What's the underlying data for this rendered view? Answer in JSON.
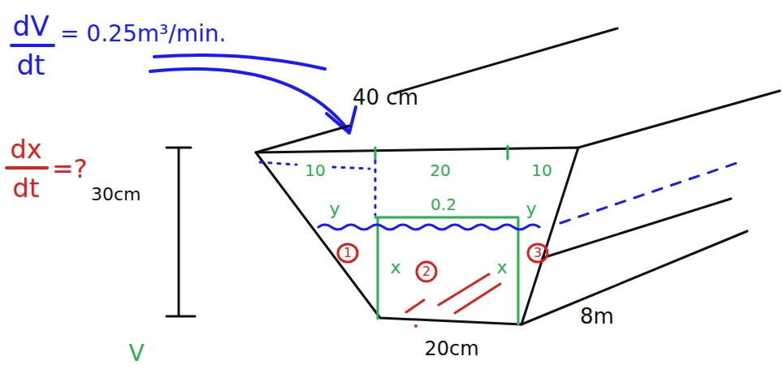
{
  "diagram": {
    "labels": [
      "dV",
      "dt",
      "= 0.25m³/min.",
      "dx",
      "dt",
      "=?",
      "30cm",
      "40 cm",
      "10",
      "20",
      "10",
      "0.2",
      "y",
      "y",
      "x",
      "x",
      "1",
      "2",
      "3",
      "8m",
      "20cm",
      "V"
    ]
  }
}
